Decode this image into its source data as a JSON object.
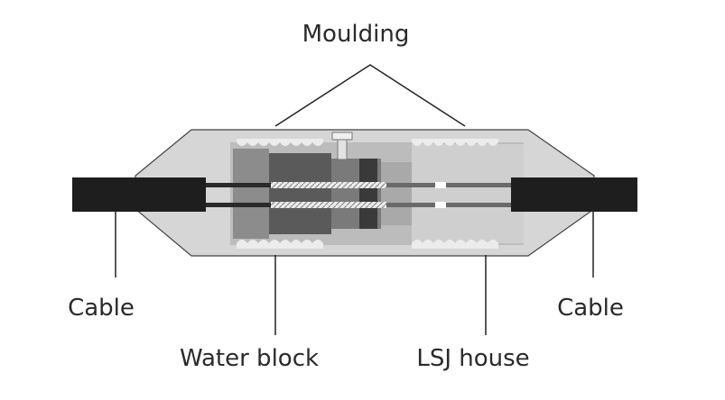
{
  "labels": {
    "moulding": "Moulding",
    "cable_left": "Cable",
    "cable_right": "Cable",
    "water_block": "Water block",
    "lsj_house": "LSJ house"
  },
  "colors": {
    "moulding_fill": "#d6d6d6",
    "cable_fill": "#1e1e1e",
    "water_block_fill": "#5a5a5a",
    "lsj_house_fill": "#bdbdbd",
    "leader_line": "#222222"
  }
}
